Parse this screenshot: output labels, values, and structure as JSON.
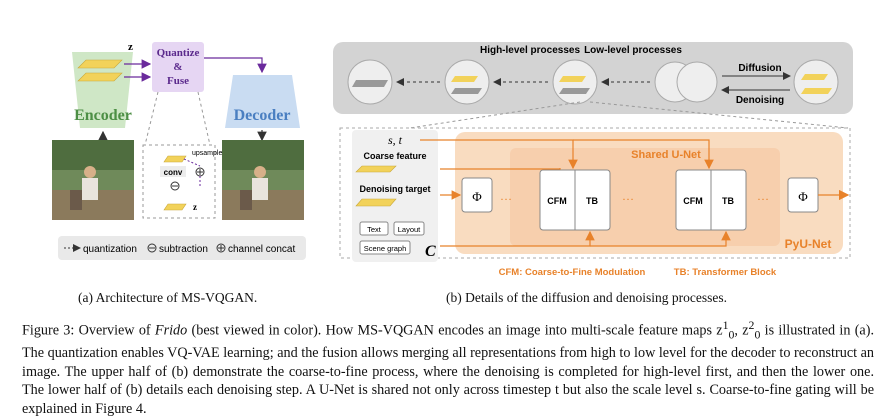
{
  "fig_a": {
    "z0": "z",
    "quantize_fuse": [
      "Quantize",
      "&",
      "Fuse"
    ],
    "encoder": "Encoder",
    "decoder": "Decoder",
    "upsample": "upsample",
    "conv": "conv",
    "z0_small": "z",
    "legend_quant": "quantization",
    "legend_sub": "subtraction",
    "legend_concat": "channel concat",
    "caption": "(a) Architecture of MS-VQGAN."
  },
  "fig_b": {
    "high_level": "High-level processes",
    "low_level": "Low-level processes",
    "diffusion": "Diffusion",
    "denoising": "Denoising",
    "s_t": "s, t",
    "coarse_feature": "Coarse feature",
    "denoising_target": "Denoising target",
    "text_btn": "Text",
    "layout_btn": "Layout",
    "scene_btn": "Scene graph",
    "c": "C",
    "shared_unet": "Shared U-Net",
    "cfm": "CFM",
    "tb": "TB",
    "pyu_net": "PyU-Net",
    "cfm_def": "CFM: Coarse-to-Fine Modulation",
    "tb_def": "TB: Transformer Block",
    "caption": "(b) Details of the diffusion and denoising processes."
  },
  "caption": {
    "lead": "Figure 3: Overview of ",
    "model": "Frido",
    "body": " (best viewed in color). How MS-VQGAN encodes an image into multi-scale feature maps z",
    "line2": "is illustrated in (a). The quantization enables VQ-VAE learning; and the fusion allows merging all representations from high to low level for the decoder to reconstruct an image. The upper half of (b) demonstrate the coarse-to-fine process, where the denoising is completed for high-level first, and then the lower one. The lower half of (b) details each denoising step. A U-Net is shared not only across timestep t but also the scale level s. Coarse-to-fine gating will be explained in Figure 4."
  },
  "colors": {
    "encoder_green": "#cfe7c6",
    "decoder_blue": "#c9dcf2",
    "quantize_purple": "#e6d6f3",
    "orange_panel": "#f9dcc0",
    "orange_line": "#e8822a",
    "grey_panel": "#cfcfcf",
    "yellow_feature": "#f2d25a"
  }
}
